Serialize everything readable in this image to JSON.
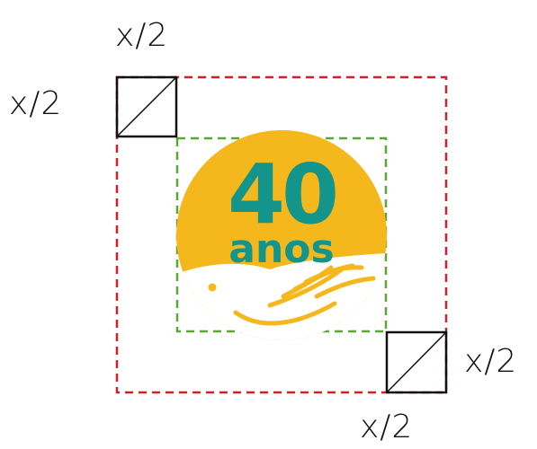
{
  "labels": {
    "top_left_horizontal": "x/2",
    "top_left_vertical": "x/2",
    "bottom_right_vertical": "x/2",
    "bottom_right_horizontal": "x/2"
  },
  "logo": {
    "number": "40",
    "word": "anos"
  },
  "colors": {
    "outer_clearspace": "#d0202a",
    "inner_boundary": "#5aa832",
    "logo_circle": "#f5b81c",
    "logo_text": "#13958c",
    "logo_hand": "#ffffff",
    "unit_square": "#111111"
  }
}
